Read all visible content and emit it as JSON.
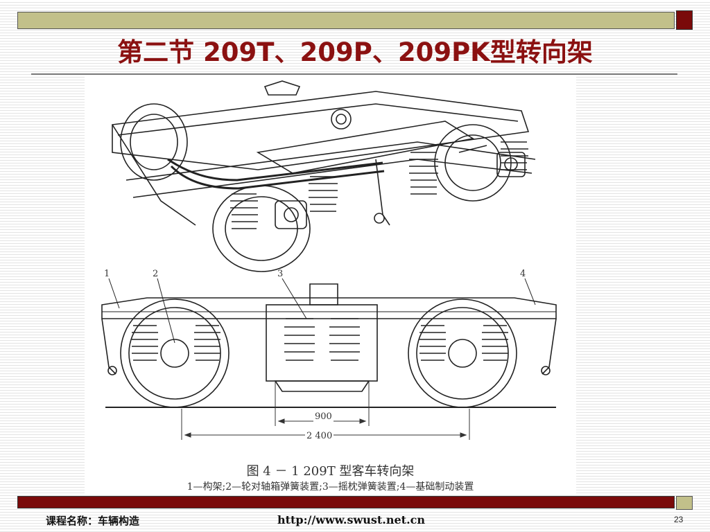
{
  "slide": {
    "title": "第二节   209T、209P、209PK型转向架",
    "page_number": "23"
  },
  "figure": {
    "caption": "图 4 － 1    209T 型客车转向架",
    "legend": "1—构架;2—轮对轴箱弹簧装置;3—摇枕弹簧装置;4—基础制动装置",
    "dimension_inner": "900",
    "dimension_outer": "2 400",
    "callouts": [
      "1",
      "2",
      "3",
      "4"
    ]
  },
  "footer": {
    "course": "课程名称：车辆构造",
    "url": "http://www.swust.net.cn"
  },
  "colors": {
    "title": "#8b1111",
    "accent_olive": "#c2c08a",
    "accent_maroon": "#7a0a0a"
  }
}
